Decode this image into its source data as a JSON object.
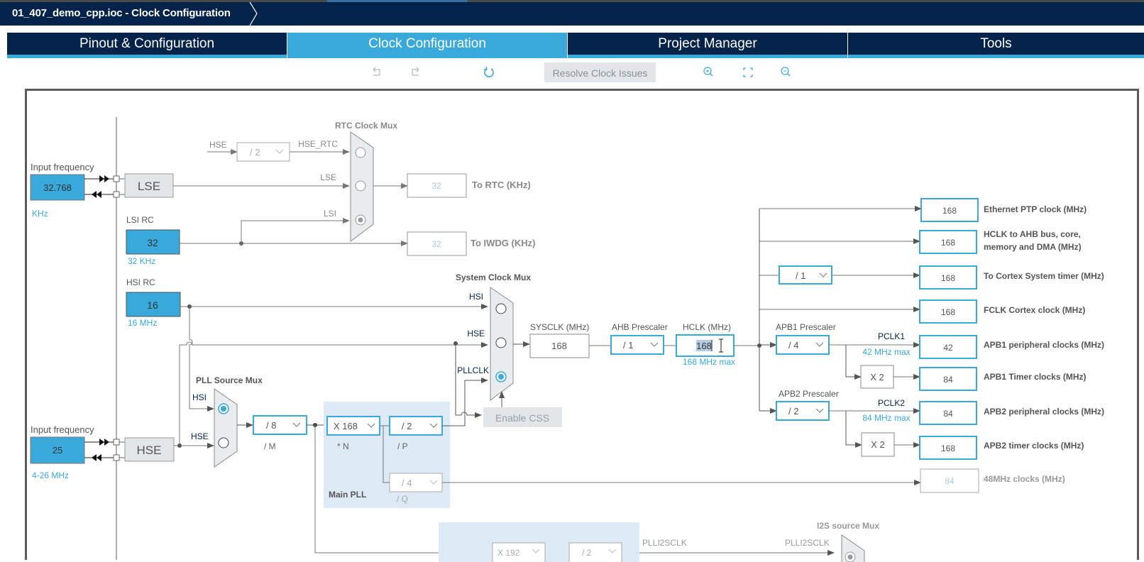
{
  "window": {
    "title": "01_407_demo_cpp.ioc - Clock Configuration"
  },
  "tabs": [
    {
      "label": "Pinout & Configuration",
      "active": false
    },
    {
      "label": "Clock Configuration",
      "active": true
    },
    {
      "label": "Project Manager",
      "active": false
    },
    {
      "label": "Tools",
      "active": false
    }
  ],
  "toolbar": {
    "undo_icon": "undo-icon",
    "redo_icon": "redo-icon",
    "reset_icon": "refresh-icon",
    "resolve_label": "Resolve Clock Issues",
    "zoom_in_icon": "zoom-in-icon",
    "fit_icon": "fit-screen-icon",
    "zoom_out_icon": "zoom-out-icon"
  },
  "colors": {
    "navy": "#03234b",
    "accent": "#39a9dc",
    "muted": "#8a9097",
    "panel": "#dde9f5"
  },
  "lse": {
    "input_label": "Input frequency",
    "value": "32.768",
    "unit": "KHz",
    "block": "LSE"
  },
  "lsi": {
    "label": "LSI RC",
    "value": "32",
    "unit": "32 KHz"
  },
  "hsi": {
    "label": "HSI RC",
    "value": "16",
    "unit": "16 MHz"
  },
  "hse": {
    "input_label": "Input frequency",
    "value": "25",
    "range": "4-26 MHz",
    "block": "HSE"
  },
  "rtc": {
    "mux_title": "RTC Clock Mux",
    "hse_in": "HSE",
    "hse_div": "/ 2",
    "hse_rtc": "HSE_RTC",
    "lse_in": "LSE",
    "lsi_in": "LSI",
    "rtc_value": "32",
    "rtc_label": "To RTC (KHz)",
    "iwdg_value": "32",
    "iwdg_label": "To IWDG (KHz)"
  },
  "pll_source": {
    "title": "PLL Source Mux",
    "hsi": "HSI",
    "hse": "HSE",
    "selected": "HSI"
  },
  "main_pll": {
    "title": "Main PLL",
    "m": "/ 8",
    "m_label": "/ M",
    "n": "X 168",
    "n_label": "* N",
    "p": "/ 2",
    "p_label": "/ P",
    "q": "/ 4",
    "q_label": "/ Q"
  },
  "sysclk_mux": {
    "title": "System Clock Mux",
    "hsi": "HSI",
    "hse": "HSE",
    "pllclk": "PLLCLK",
    "selected": "PLLCLK",
    "css": "Enable CSS"
  },
  "sysclk": {
    "label": "SYSCLK (MHz)",
    "value": "168"
  },
  "ahb": {
    "label": "AHB Prescaler",
    "value": "/ 1"
  },
  "hclk": {
    "label": "HCLK (MHz)",
    "value": "168",
    "max": "168 MHz max"
  },
  "apb1": {
    "label": "APB1 Prescaler",
    "value": "/ 4",
    "pclk": "PCLK1",
    "max": "42 MHz max",
    "timer_mult": "X 2"
  },
  "apb2": {
    "label": "APB2 Prescaler",
    "value": "/ 2",
    "pclk": "PCLK2",
    "max": "84 MHz max",
    "timer_mult": "X 2"
  },
  "cortex_div": "/ 1",
  "outputs": [
    {
      "value": "168",
      "label": "Ethernet PTP clock (MHz)"
    },
    {
      "value": "168",
      "label": "HCLK to AHB bus, core,",
      "label2": "memory and DMA (MHz)"
    },
    {
      "value": "168",
      "label": "To Cortex System timer (MHz)"
    },
    {
      "value": "168",
      "label": "FCLK Cortex clock (MHz)"
    },
    {
      "value": "42",
      "label": "APB1 peripheral clocks (MHz)"
    },
    {
      "value": "84",
      "label": "APB1 Timer clocks (MHz)"
    },
    {
      "value": "84",
      "label": "APB2 peripheral clocks (MHz)"
    },
    {
      "value": "168",
      "label": "APB2 timer clocks (MHz)"
    },
    {
      "value": "84",
      "label": "48MHz clocks (MHz)"
    }
  ],
  "plli2s": {
    "n": "X 192",
    "r": "/ 2",
    "out": "PLLI2SCLK",
    "mux_in": "PLLI2SCLK",
    "mux_title": "I2S source Mux"
  }
}
